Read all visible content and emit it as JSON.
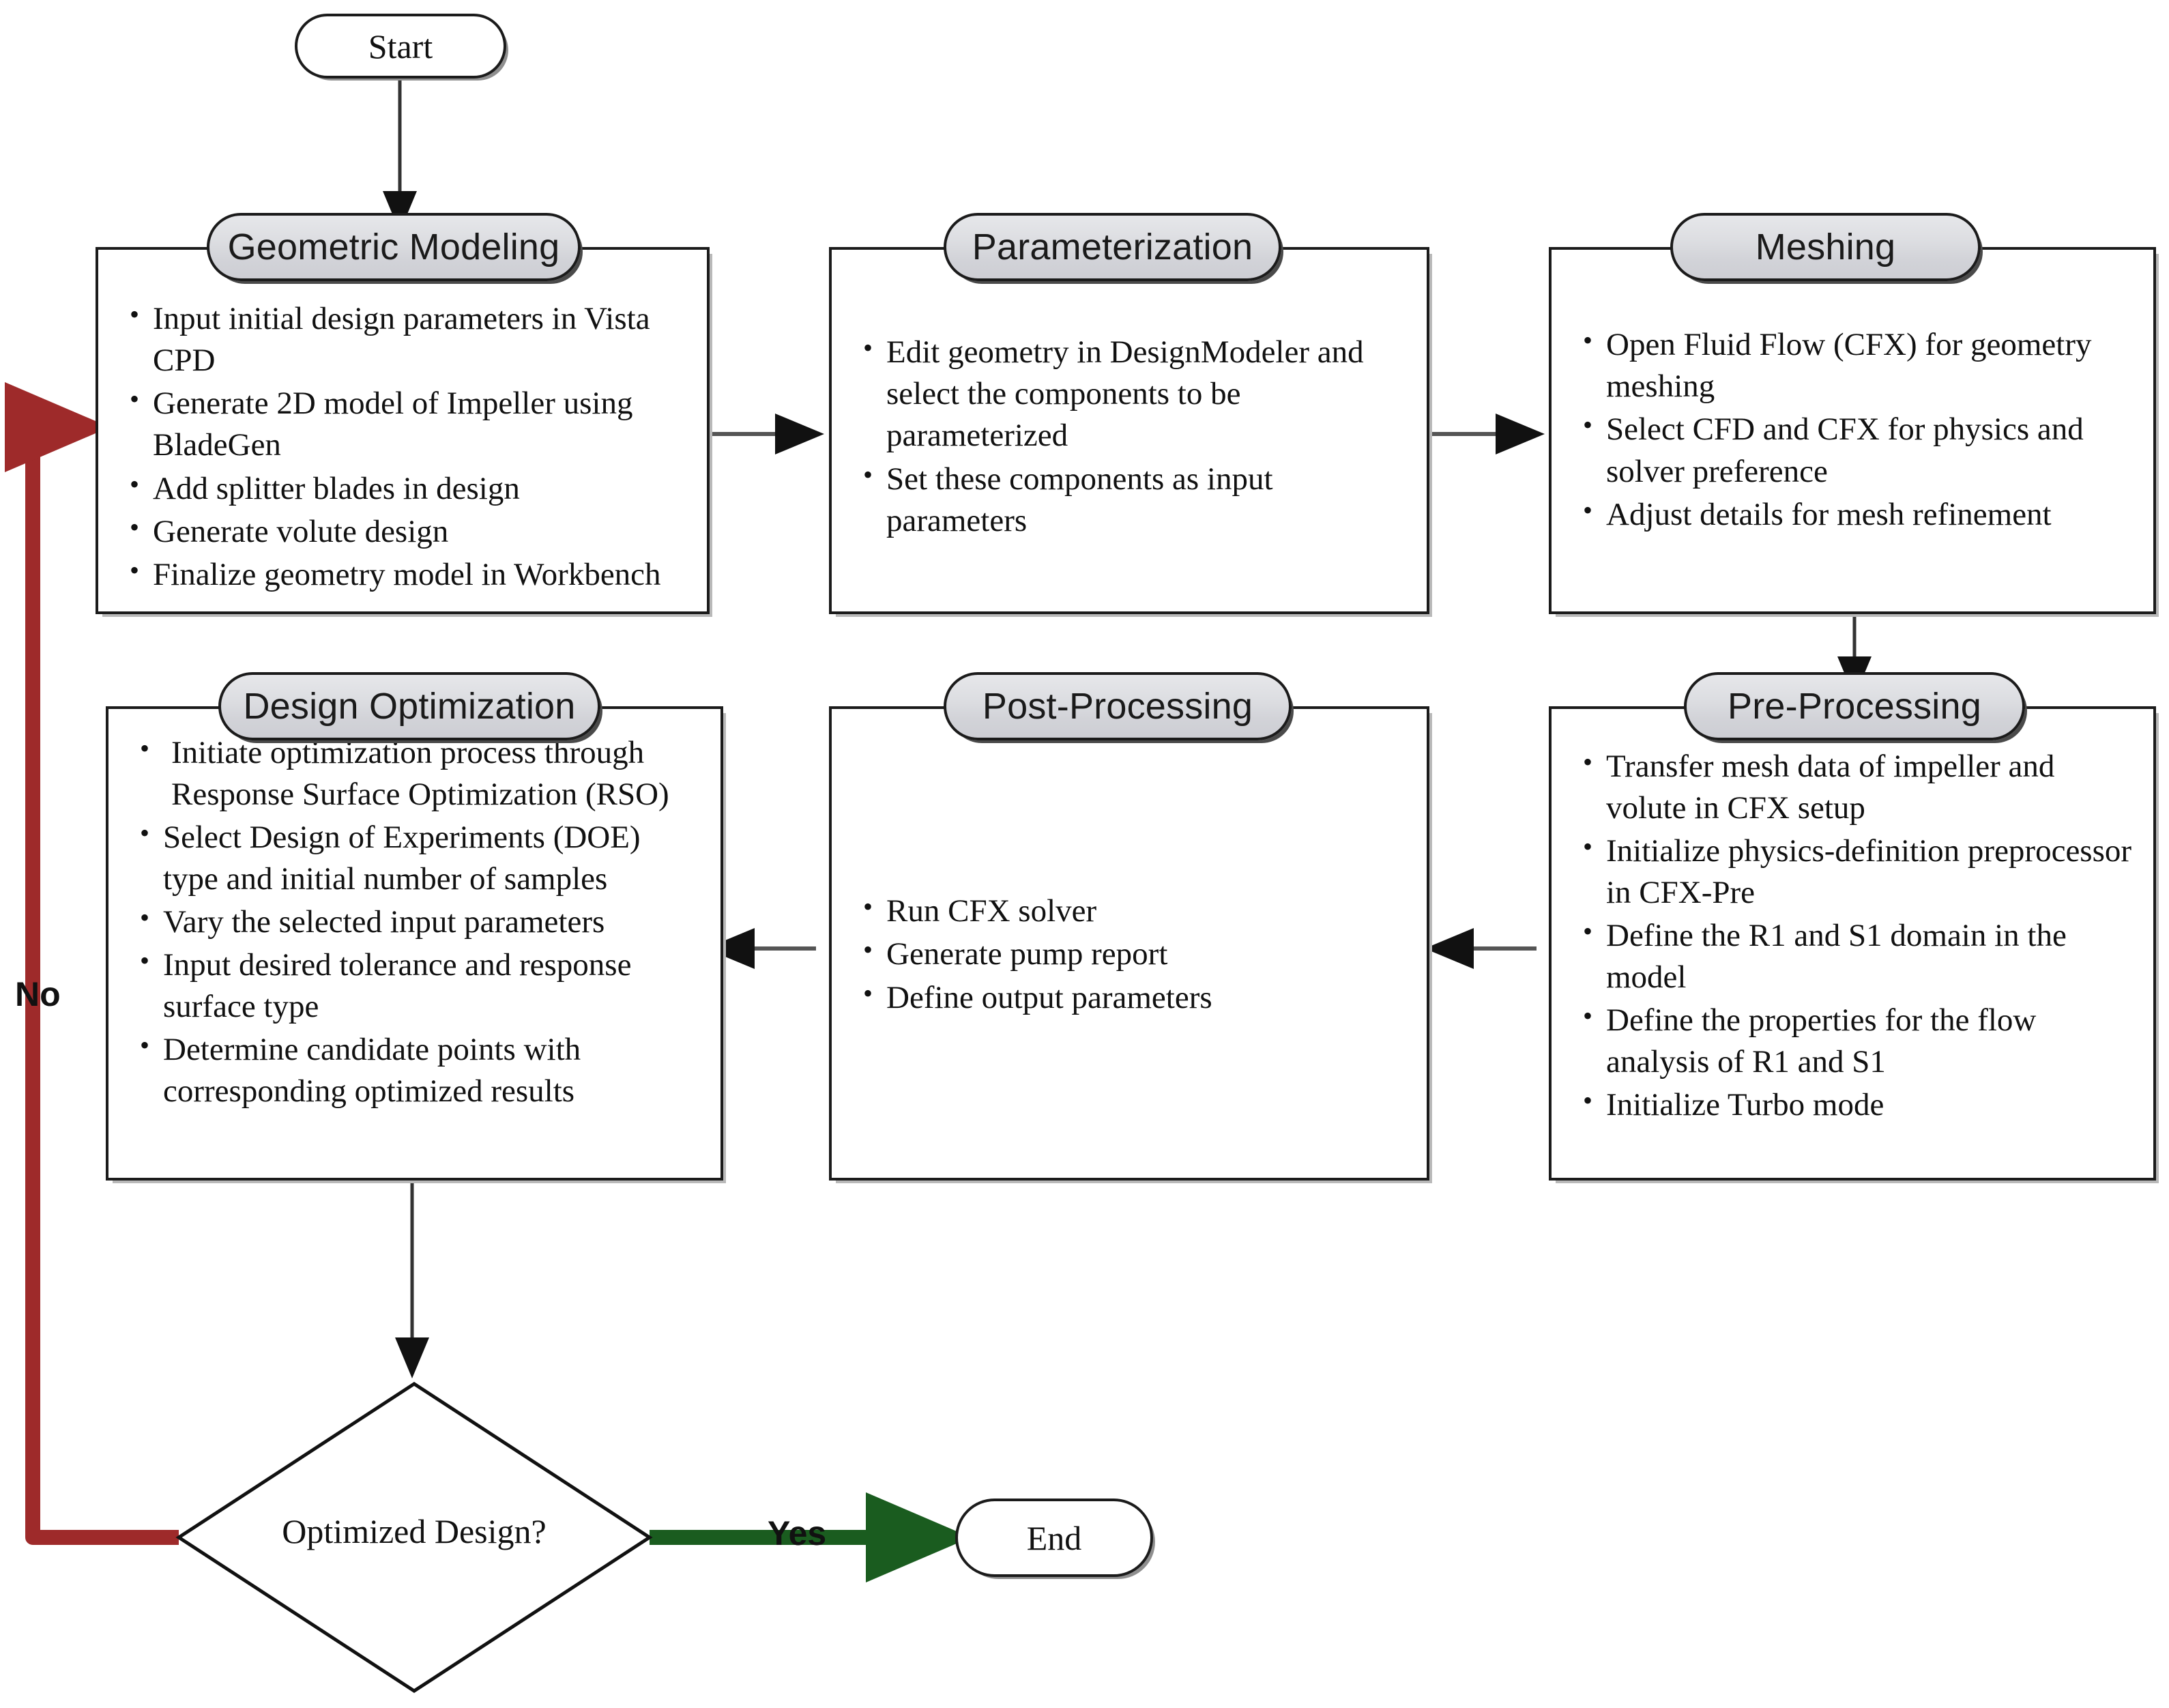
{
  "diagram": {
    "type": "flowchart",
    "title": "CFD design and optimization workflow",
    "colors": {
      "box_border": "#1b1b1b",
      "pill_fill": "#d9dade",
      "arrow": "#1b1b1b",
      "no_branch": "#9e2a2a",
      "yes_branch": "#1a5c1f",
      "background": "#ffffff"
    }
  },
  "nodes": {
    "start": {
      "label": "Start",
      "shape": "terminator"
    },
    "end": {
      "label": "End",
      "shape": "terminator"
    },
    "decision": {
      "label": "Optimized Design?",
      "shape": "diamond"
    }
  },
  "steps": [
    {
      "id": "geometric-modeling",
      "title": "Geometric Modeling",
      "bullets": [
        "Input initial design parameters in Vista CPD",
        "Generate 2D model of Impeller using BladeGen",
        "Add splitter blades in design",
        "Generate volute design",
        "Finalize geometry model in Workbench"
      ]
    },
    {
      "id": "parameterization",
      "title": "Parameterization",
      "bullets": [
        "Edit geometry in DesignModeler and select the components to be parameterized",
        "Set these components as input parameters"
      ]
    },
    {
      "id": "meshing",
      "title": "Meshing",
      "bullets": [
        "Open Fluid Flow (CFX) for geometry meshing",
        "Select CFD and CFX for physics and solver preference",
        "Adjust details for mesh refinement"
      ]
    },
    {
      "id": "pre-processing",
      "title": "Pre-Processing",
      "bullets": [
        "Transfer mesh data of impeller and volute in CFX setup",
        "Initialize physics-definition preprocessor in CFX-Pre",
        "Define the R1 and S1 domain in the model",
        "Define the properties for the flow analysis of R1 and S1",
        "Initialize Turbo mode"
      ]
    },
    {
      "id": "post-processing",
      "title": "Post-Processing",
      "bullets": [
        "Run CFX solver",
        "Generate pump report",
        "Define output parameters"
      ]
    },
    {
      "id": "design-optimization",
      "title": "Design Optimization",
      "bullets": [
        " Initiate optimization process through Response Surface Optimization (RSO)",
        "Select Design of Experiments (DOE) type and initial number of samples",
        "Vary the selected input parameters",
        "Input desired tolerance and response surface type",
        "Determine candidate points with corresponding optimized results"
      ]
    }
  ],
  "edges": {
    "no_label": "No",
    "yes_label": "Yes"
  }
}
